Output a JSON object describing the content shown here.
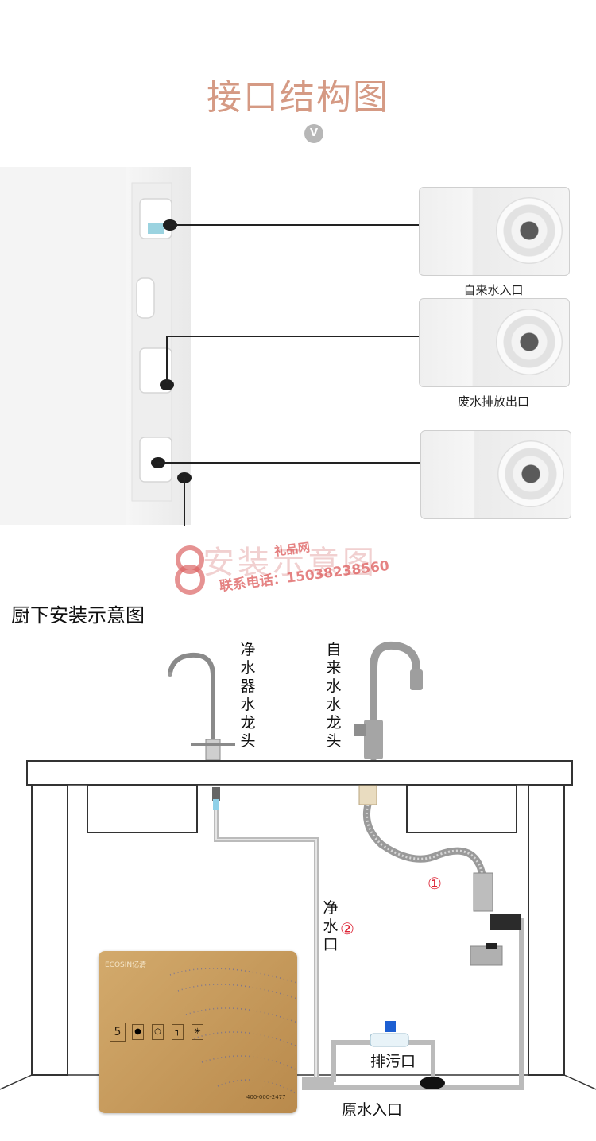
{
  "header": {
    "title": "接口结构图",
    "badge": "V"
  },
  "ports": [
    {
      "label": "自来水入口"
    },
    {
      "label": "废水排放出口"
    },
    {
      "label": ""
    }
  ],
  "watermark": {
    "title": "安装示意图",
    "line1": "礼品网",
    "line2": "联系电话：15038238560"
  },
  "install": {
    "title": "厨下安装示意图",
    "purifier_faucet": [
      "净",
      "水",
      "器",
      "水",
      "龙",
      "头"
    ],
    "tap_faucet": [
      "自",
      "来",
      "水",
      "水",
      "龙",
      "头"
    ],
    "marker1": "①",
    "marker2": "②",
    "clean_outlet": [
      "净",
      "水",
      "口"
    ],
    "drain_label": "排污口",
    "raw_inlet_label": "原水入口",
    "device_brand": "ECOSIN亿清",
    "device_panel_digit": "5",
    "device_phone": "400-000-2477"
  },
  "colors": {
    "title": "#d59a84",
    "device_gold": "#c69a5c",
    "marker_red": "#d22233"
  }
}
